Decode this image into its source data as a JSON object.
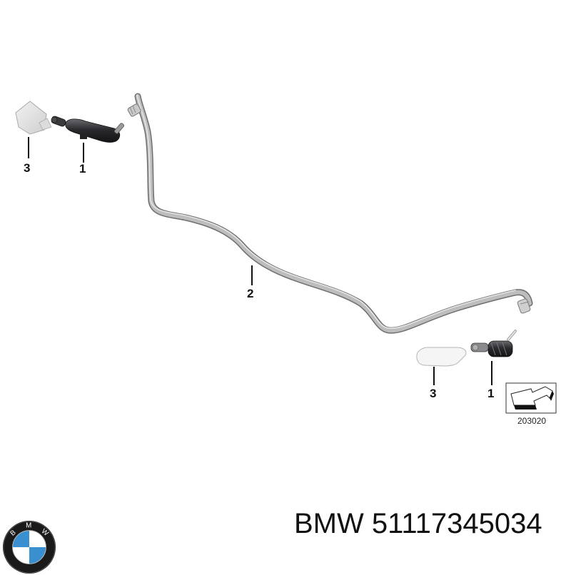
{
  "diagram": {
    "callouts": [
      {
        "id": "left-cap",
        "label": "3"
      },
      {
        "id": "left-nozzle",
        "label": "1"
      },
      {
        "id": "hose",
        "label": "2"
      },
      {
        "id": "right-cap",
        "label": "3"
      },
      {
        "id": "right-nozzle",
        "label": "1"
      }
    ],
    "reference_code": "203020",
    "colors": {
      "hose": "#b8b8b8",
      "hose_shadow": "#7a7a7a",
      "nozzle": "#2e2e33",
      "cap": "#e6e6e6",
      "callout_line": "#111111"
    }
  },
  "footer": {
    "brand": "BMW",
    "part_number_label": "BMW 51117345034",
    "logo_letters": [
      "B",
      "M",
      "W"
    ],
    "logo_colors": {
      "ring": "#111111",
      "blue": "#3a8fd0",
      "white": "#ffffff"
    }
  }
}
